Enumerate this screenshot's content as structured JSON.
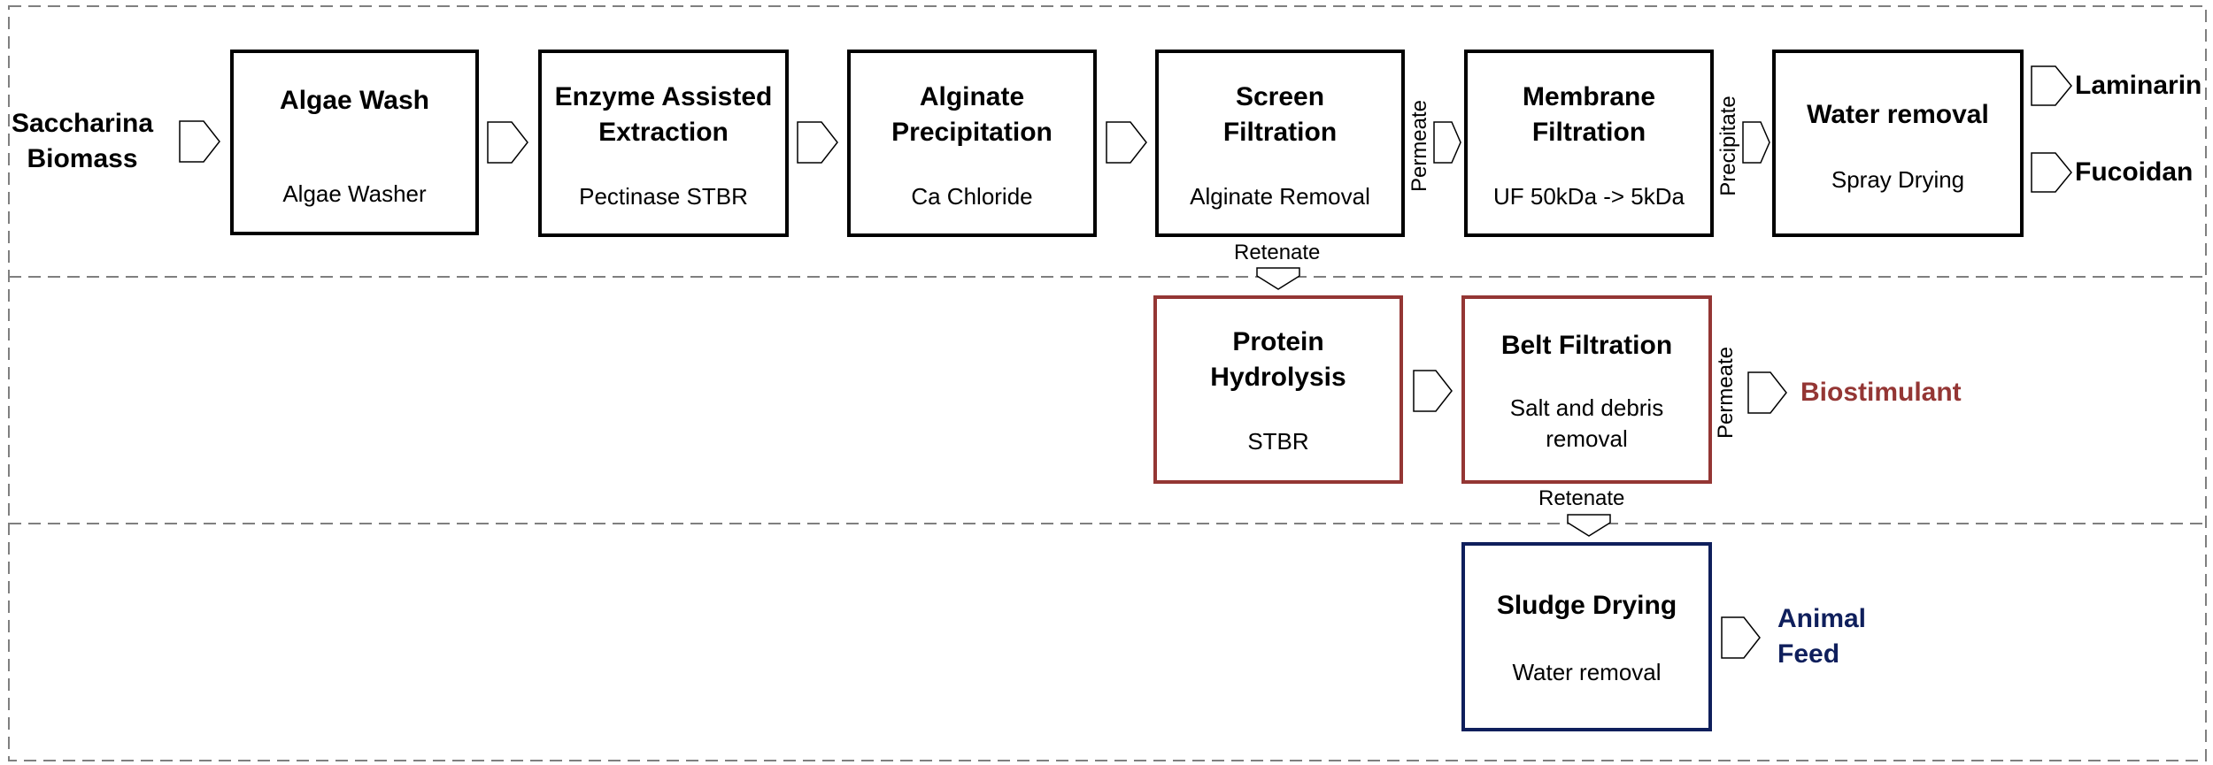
{
  "input": {
    "line1": "Saccharina",
    "line2": "Biomass"
  },
  "stages": {
    "algae_wash": {
      "title": "Algae Wash",
      "sub": "Algae Washer"
    },
    "enzyme_extraction": {
      "title": "Enzyme Assisted\nExtraction",
      "sub": "Pectinase STBR"
    },
    "alginate_precipitation": {
      "title": "Alginate\nPrecipitation",
      "sub": "Ca Chloride"
    },
    "screen_filtration": {
      "title": "Screen\nFiltration",
      "sub": "Alginate Removal"
    },
    "membrane_filtration": {
      "title": "Membrane\nFiltration",
      "sub": "UF 50kDa -> 5kDa"
    },
    "water_removal": {
      "title": "Water removal",
      "sub": "Spray Drying"
    },
    "protein_hydrolysis": {
      "title": "Protein\nHydrolysis",
      "sub": "STBR"
    },
    "belt_filtration": {
      "title": "Belt Filtration",
      "sub": "Salt and debris\nremoval"
    },
    "sludge_drying": {
      "title": "Sludge Drying",
      "sub": "Water removal"
    }
  },
  "flow_labels": {
    "permeate_1": "Permeate",
    "precipitate": "Precipitate",
    "retenate_1": "Retenate",
    "permeate_2": "Permeate",
    "retenate_2": "Retenate"
  },
  "outputs": {
    "laminarin": "Laminarin",
    "fucoidan": "Fucoidan",
    "biostimulant": "Biostimulant",
    "animal_feed": "Animal\nFeed"
  },
  "colors": {
    "black": "#000000",
    "red": "#943634",
    "navy": "#0f1f5c",
    "dashed_border": "#7f7f7f"
  }
}
